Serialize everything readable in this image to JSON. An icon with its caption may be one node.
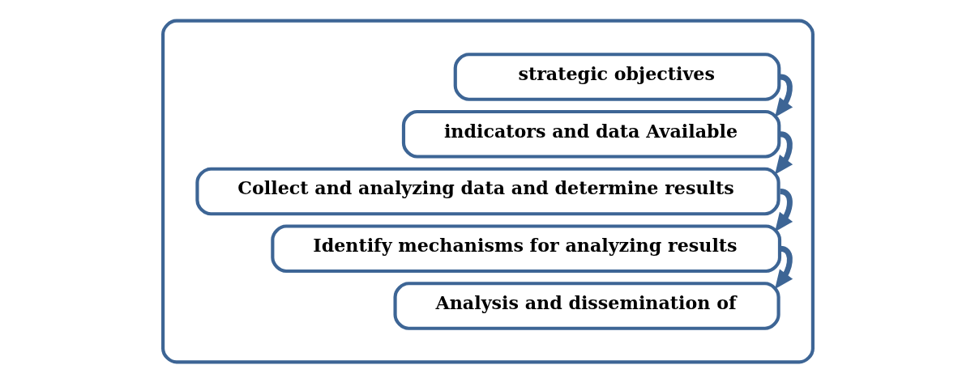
{
  "diagram": {
    "nodes": [
      {
        "text": [],
        "shape": "box"
      },
      {
        "text": [
          "strategic objectives"
        ],
        "in": 0
      },
      {
        "text": [
          "indicators and data Available"
        ],
        "in": 0
      },
      {
        "text": [
          "Collect and analyzing data and determine results"
        ],
        "in": 0
      },
      {
        "text": [
          "Identify mechanisms for analyzing results"
        ],
        "in": 0
      },
      {
        "text": [
          "Analysis and dissemination of"
        ],
        "in": 0
      }
    ],
    "edges": [
      {
        "from": 1,
        "to": 2,
        "arrow": "to"
      },
      {
        "from": 2,
        "to": 3,
        "arrow": "to"
      },
      {
        "from": 3,
        "to": 4,
        "arrow": "to"
      },
      {
        "from": 4,
        "to": 5,
        "arrow": "to"
      }
    ]
  }
}
